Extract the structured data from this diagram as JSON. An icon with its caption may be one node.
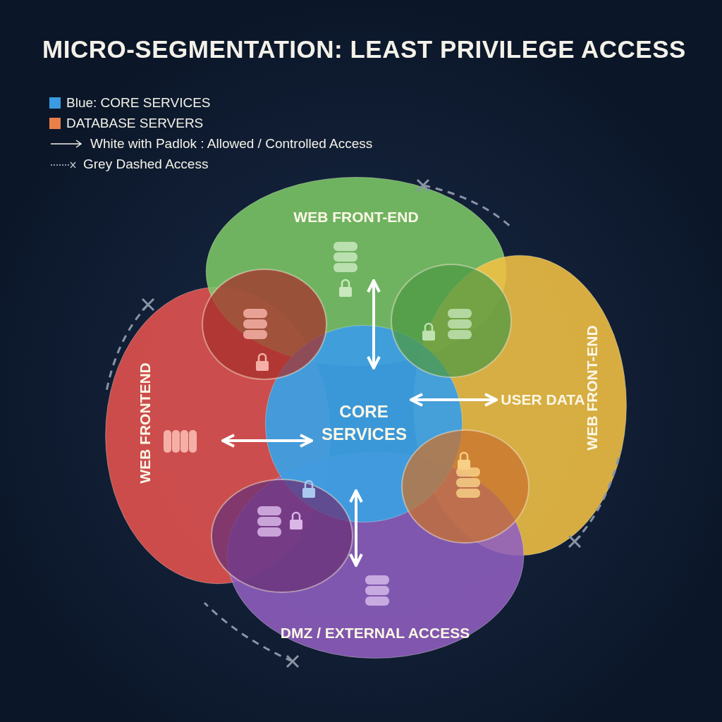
{
  "diagram": {
    "title": "MICRO-SEGMENTATION: LEAST PRIVILEGE ACCESS",
    "nodes": [
      {
        "text": [
          "WEB FRONT-END"
        ]
      },
      {
        "text": [
          "WEB FRONTEND"
        ]
      },
      {
        "text": [
          "USER DATA",
          "WEB FRONT-END"
        ]
      },
      {
        "text": [
          "DMZ / EXTERNAL ACCESS"
        ]
      },
      {
        "text": [
          "CORE SERVICES"
        ]
      }
    ],
    "edges": [
      {
        "from": 4,
        "to": 0,
        "arrow": "both"
      },
      {
        "from": 4,
        "to": 1,
        "arrow": "both"
      },
      {
        "from": 4,
        "to": 2,
        "arrow": "both"
      },
      {
        "from": 4,
        "to": 3,
        "arrow": "both"
      }
    ],
    "legend": [
      {
        "text": "Blue: CORE SERVICES",
        "color": "#3a9be0"
      },
      {
        "text": "DATABASE SERVERS",
        "color": "#e8804a"
      },
      {
        "text": "White with Padlok : Allowed / Controlled Access"
      },
      {
        "text": "Grey Dashed Access"
      }
    ]
  }
}
